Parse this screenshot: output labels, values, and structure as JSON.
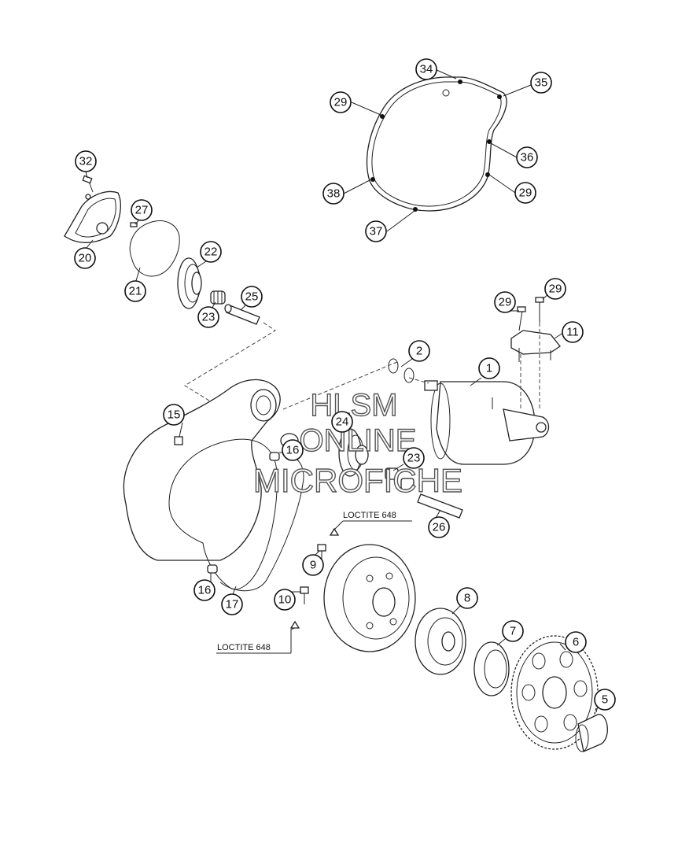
{
  "callouts": [
    {
      "id": "c34",
      "label": "34"
    },
    {
      "id": "c35",
      "label": "35"
    },
    {
      "id": "c29a",
      "label": "29"
    },
    {
      "id": "c36",
      "label": "36"
    },
    {
      "id": "c38",
      "label": "38"
    },
    {
      "id": "c29b",
      "label": "29"
    },
    {
      "id": "c37",
      "label": "37"
    },
    {
      "id": "c32",
      "label": "32"
    },
    {
      "id": "c27",
      "label": "27"
    },
    {
      "id": "c20",
      "label": "20"
    },
    {
      "id": "c22",
      "label": "22"
    },
    {
      "id": "c21",
      "label": "21"
    },
    {
      "id": "c25",
      "label": "25"
    },
    {
      "id": "c23a",
      "label": "23"
    },
    {
      "id": "c29c",
      "label": "29"
    },
    {
      "id": "c29d",
      "label": "29"
    },
    {
      "id": "c11",
      "label": "11"
    },
    {
      "id": "c2",
      "label": "2"
    },
    {
      "id": "c1",
      "label": "1"
    },
    {
      "id": "c15",
      "label": "15"
    },
    {
      "id": "c24",
      "label": "24"
    },
    {
      "id": "c16a",
      "label": "16"
    },
    {
      "id": "c23b",
      "label": "23"
    },
    {
      "id": "c26",
      "label": "26"
    },
    {
      "id": "c9",
      "label": "9"
    },
    {
      "id": "c16b",
      "label": "16"
    },
    {
      "id": "c17",
      "label": "17"
    },
    {
      "id": "c10",
      "label": "10"
    },
    {
      "id": "c8",
      "label": "8"
    },
    {
      "id": "c7",
      "label": "7"
    },
    {
      "id": "c6",
      "label": "6"
    },
    {
      "id": "c5",
      "label": "5"
    }
  ],
  "notes": {
    "loctite_top": "LOCTITE 648",
    "loctite_bottom": "LOCTITE 648"
  },
  "watermark": {
    "line1": "HLSM",
    "line2": "ONLINE",
    "line3": "MICROFICHE"
  }
}
